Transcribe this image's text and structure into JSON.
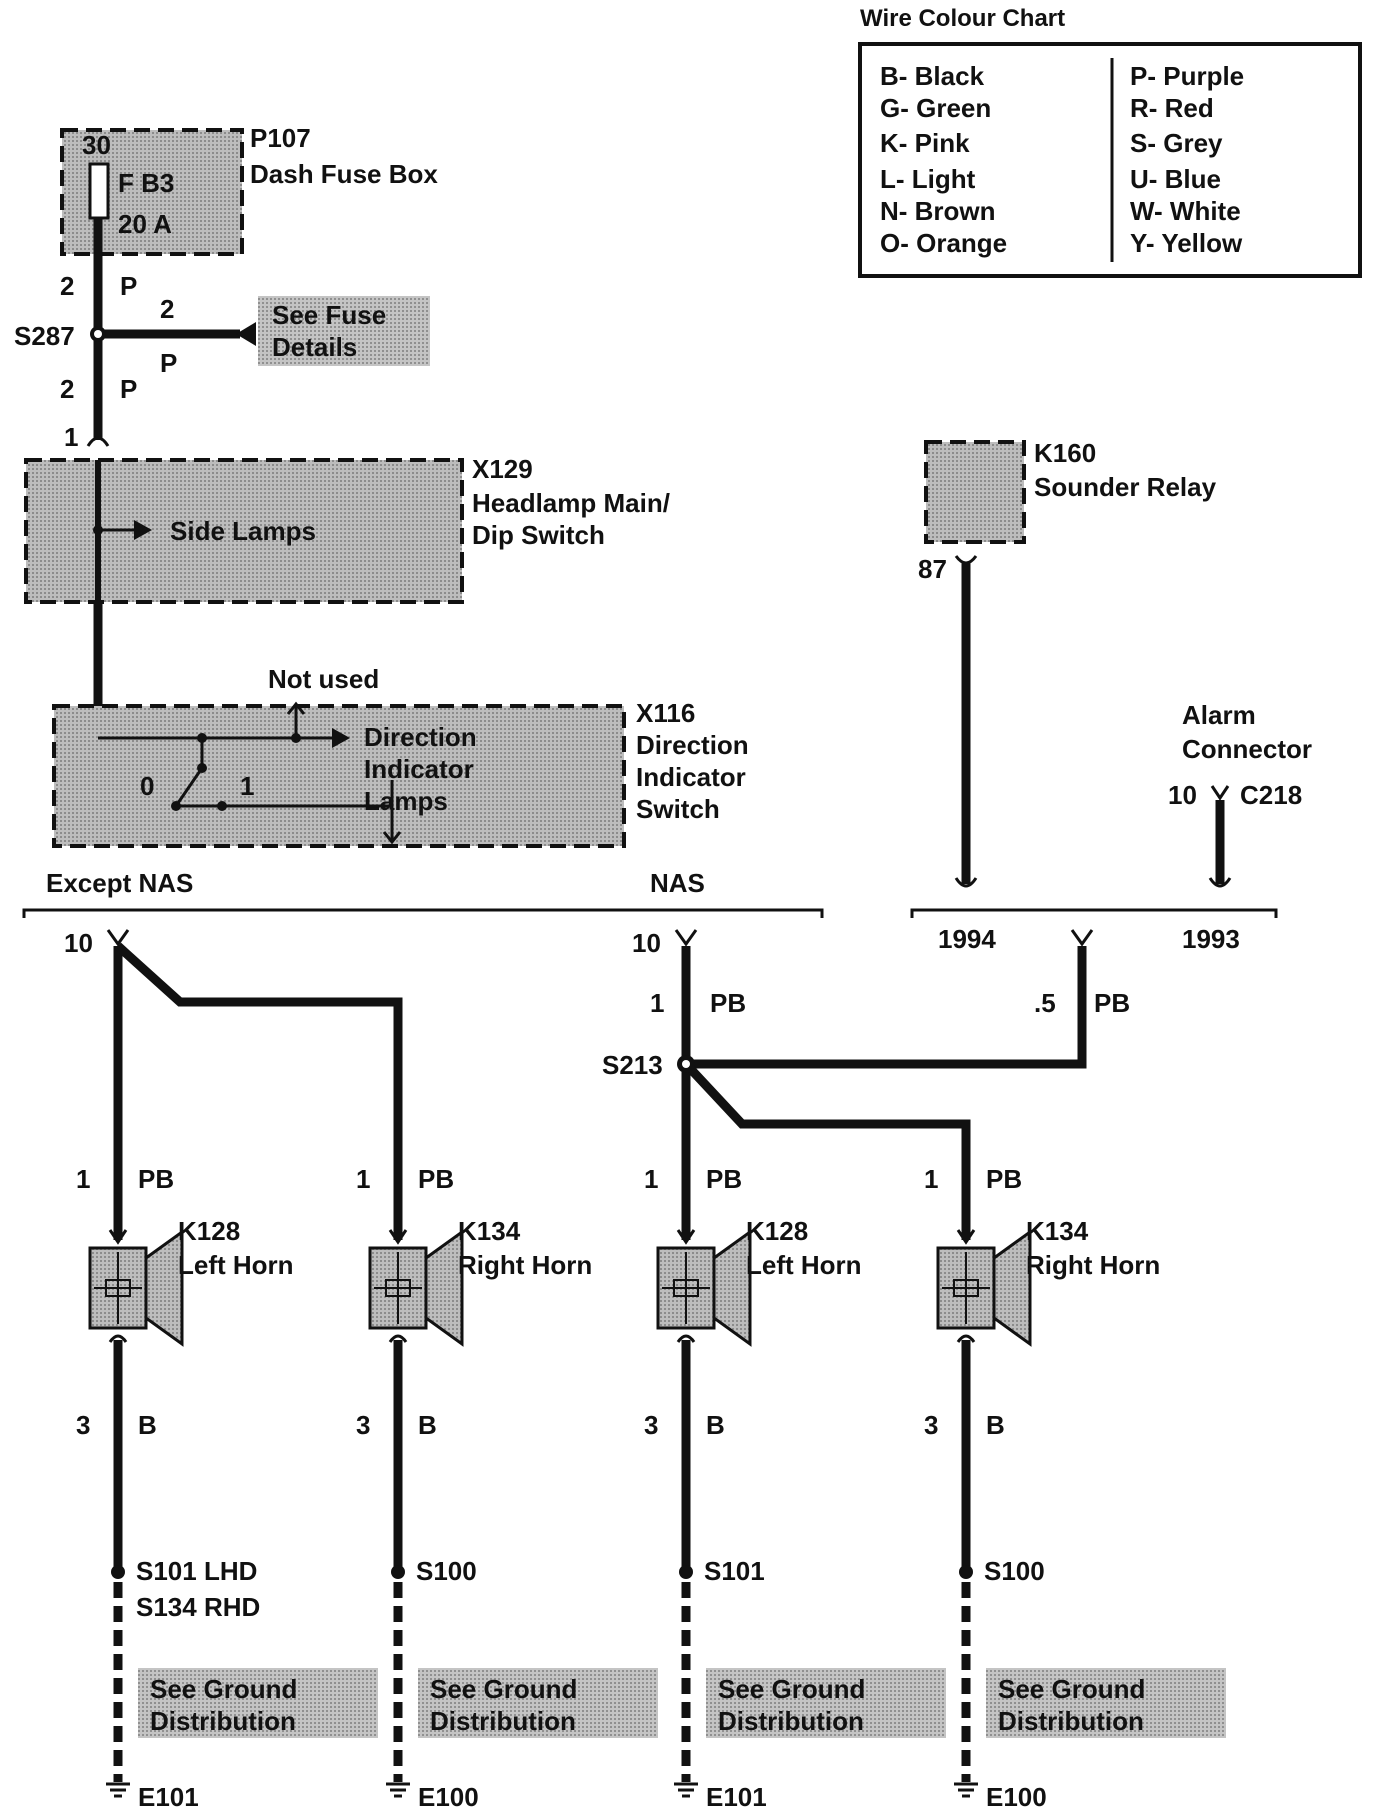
{
  "chart": {
    "title": "Wire Colour Chart",
    "colours_left": [
      "B- Black",
      "G- Green",
      "K- Pink",
      "L- Light",
      "N- Brown",
      "O- Orange"
    ],
    "colours_right": [
      "P- Purple",
      "R- Red",
      "S- Grey",
      "U- Blue",
      "W- White",
      "Y- Yellow"
    ]
  },
  "fuse_box": {
    "pin": "30",
    "fuse": "F B3",
    "rating": "20 A",
    "id": "P107",
    "name": "Dash Fuse Box"
  },
  "splice_s287": {
    "id": "S287",
    "gauge_top": "2",
    "colour_top": "P",
    "gauge_side": "2",
    "colour_side": "P",
    "gauge_bottom": "2",
    "colour_bottom": "P",
    "note1": "See Fuse",
    "note2": "Details"
  },
  "headlamp_switch": {
    "pin": "1",
    "id": "X129",
    "name1": "Headlamp Main/",
    "name2": "Dip Switch",
    "inner": "Side Lamps"
  },
  "direction_switch": {
    "not_used": "Not used",
    "id": "X116",
    "name1": "Direction",
    "name2": "Indicator",
    "name3": "Switch",
    "inner1": "Direction",
    "inner2": "Indicator",
    "inner3": "Lamps",
    "pos0": "0",
    "pos1": "1"
  },
  "relay": {
    "id": "K160",
    "name": "Sounder Relay",
    "pin": "87"
  },
  "alarm": {
    "name1": "Alarm",
    "name2": "Connector",
    "pin": "10",
    "connector": "C218"
  },
  "sections": {
    "except_nas": "Except NAS",
    "nas": "NAS",
    "year_a": "1994",
    "year_b": "1993"
  },
  "nas_wiring": {
    "pin": "10",
    "gauge": "1",
    "colour": "PB",
    "splice": "S213",
    "alarm_gauge": ".5",
    "alarm_colour": "PB"
  },
  "except_pin": "10",
  "horns": [
    {
      "gauge_top": "1",
      "colour_top": "PB",
      "id": "K128",
      "name": "Left Horn",
      "gauge_bot": "3",
      "colour_bot": "B",
      "splice1": "S101  LHD",
      "splice2": "S134  RHD",
      "note1": "See Ground",
      "note2": "Distribution",
      "ground": "E101"
    },
    {
      "gauge_top": "1",
      "colour_top": "PB",
      "id": "K134",
      "name": "Right Horn",
      "gauge_bot": "3",
      "colour_bot": "B",
      "splice1": "S100",
      "splice2": "",
      "note1": "See Ground",
      "note2": "Distribution",
      "ground": "E100"
    },
    {
      "gauge_top": "1",
      "colour_top": "PB",
      "id": "K128",
      "name": "Left Horn",
      "gauge_bot": "3",
      "colour_bot": "B",
      "splice1": "S101",
      "splice2": "",
      "note1": "See Ground",
      "note2": "Distribution",
      "ground": "E101"
    },
    {
      "gauge_top": "1",
      "colour_top": "PB",
      "id": "K134",
      "name": "Right Horn",
      "gauge_bot": "3",
      "colour_bot": "B",
      "splice1": "S100",
      "splice2": "",
      "note1": "See Ground",
      "note2": "Distribution",
      "ground": "E100"
    }
  ]
}
